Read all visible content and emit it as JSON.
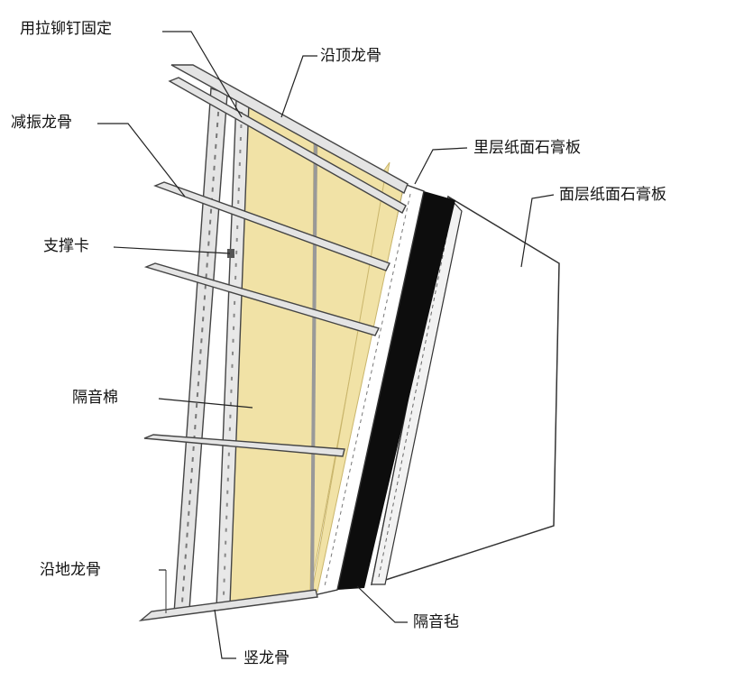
{
  "labels": {
    "rivet": "用拉铆钉固定",
    "top_track": "沿顶龙骨",
    "resilient_channel": "减振龙骨",
    "inner_board": "里层纸面石膏板",
    "outer_board": "面层纸面石膏板",
    "brace_clip": "支撑卡",
    "insulation": "隔音棉",
    "floor_track": "沿地龙骨",
    "acoustic_felt": "隔音毡",
    "stud": "竖龙骨"
  },
  "colors": {
    "insulation": "#f1e2a6",
    "felt": "#0d0d0d",
    "steel": "#e4e4e4",
    "steel_edge": "#4a4a4a",
    "board": "#ffffff",
    "line": "#222222"
  }
}
